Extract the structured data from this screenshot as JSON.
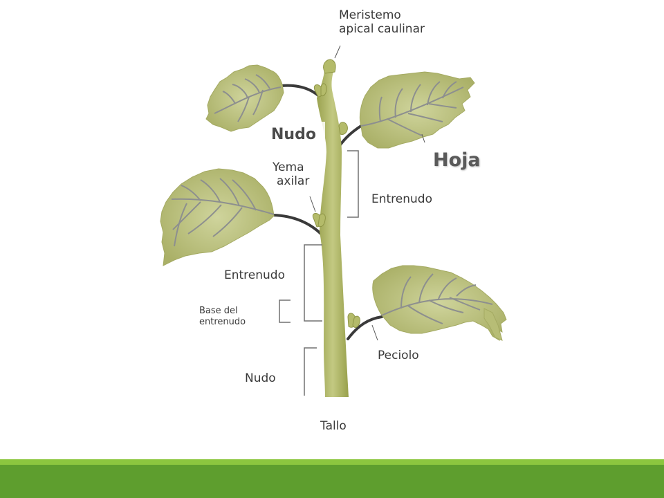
{
  "labels": {
    "meristem_line1": "Meristemo",
    "meristem_line2": "apical caulinar",
    "node_top": "Nudo",
    "leaf": "Hoja",
    "axillary_line1": "Yema",
    "axillary_line2": "axilar",
    "internode_right": "Entrenudo",
    "internode_left": "Entrenudo",
    "internode_base_line1": "Base del",
    "internode_base_line2": "entrenudo",
    "petiole": "Peciolo",
    "node_bottom": "Nudo",
    "stem": "Tallo"
  },
  "colors": {
    "stem": "#b4bb6a",
    "leaf": "#c6cc8e",
    "leaf_vein": "#8d8f8f",
    "petiole": "#3a3a3a",
    "bracket": "#707070",
    "footer_light": "#8cc63f",
    "footer_dark": "#5e9e2e"
  }
}
